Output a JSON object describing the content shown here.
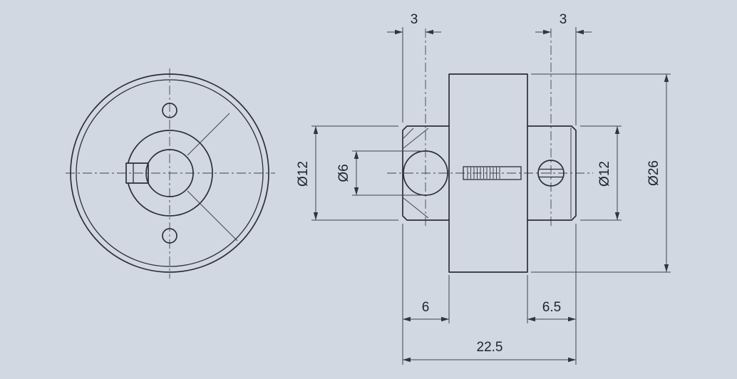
{
  "drawing": {
    "kind": "technical-drawing",
    "part": "flanged shaft collar with set screws, front and side views",
    "colors": {
      "background": "#d2d8e2",
      "outline": "#2b3036",
      "dimension": "#3f454c"
    },
    "dimensions": {
      "offset_left_screw": "3",
      "offset_right_screw": "3",
      "hub_diameter_left": "Ø12",
      "hole_diameter": "Ø6",
      "hub_diameter_right": "Ø12",
      "flange_diameter": "Ø26",
      "hub_length_left": "6",
      "hub_length_right": "6.5",
      "overall_length": "22.5"
    }
  }
}
